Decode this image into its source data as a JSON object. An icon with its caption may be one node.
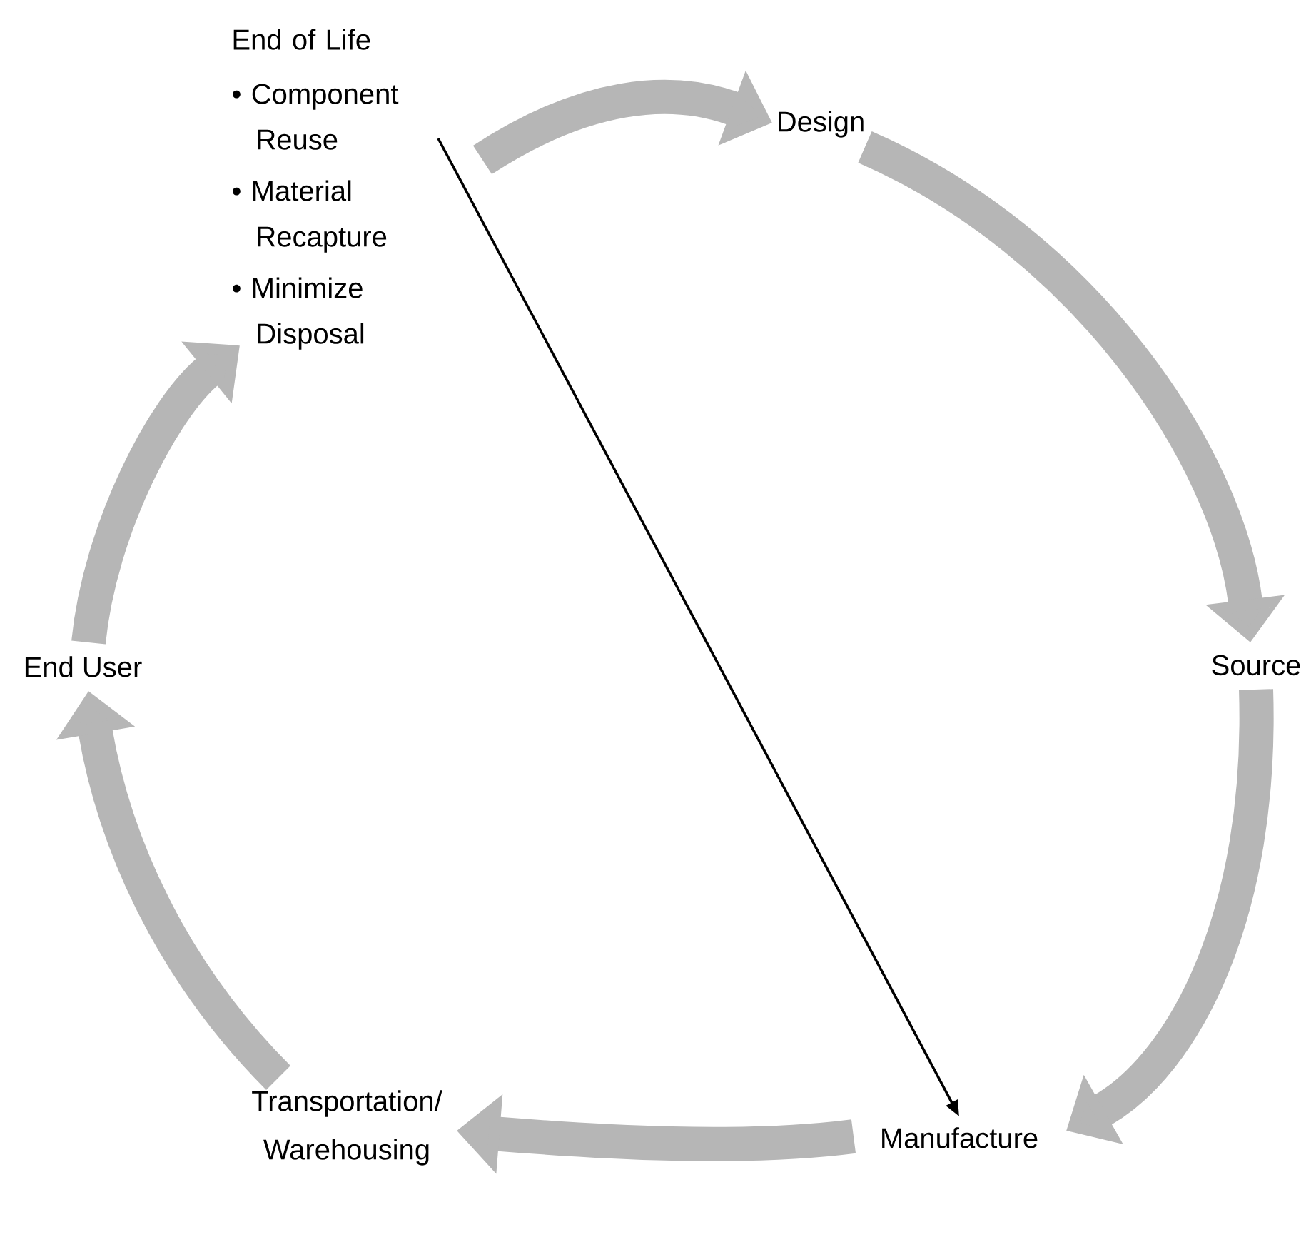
{
  "diagram": {
    "nodes": [
      {
        "text": [
          "End of Life",
          "• Component Reuse",
          "• Material Recapture",
          "• Minimize Disposal"
        ]
      },
      {
        "text": [
          "Design"
        ]
      },
      {
        "text": [
          "Source"
        ]
      },
      {
        "text": [
          "Manufacture"
        ]
      },
      {
        "text": [
          "Transportation/ Warehousing"
        ]
      },
      {
        "text": [
          "End User"
        ]
      }
    ],
    "edges": [
      {
        "from": 0,
        "to": 1,
        "arrow": "to"
      },
      {
        "from": 1,
        "to": 2,
        "arrow": "to"
      },
      {
        "from": 2,
        "to": 3,
        "arrow": "to"
      },
      {
        "from": 3,
        "to": 4,
        "arrow": "to"
      },
      {
        "from": 4,
        "to": 5,
        "arrow": "to"
      },
      {
        "from": 5,
        "to": 0,
        "arrow": "to"
      },
      {
        "from": 0,
        "to": 3,
        "arrow": "to",
        "color": "#000000"
      }
    ]
  }
}
